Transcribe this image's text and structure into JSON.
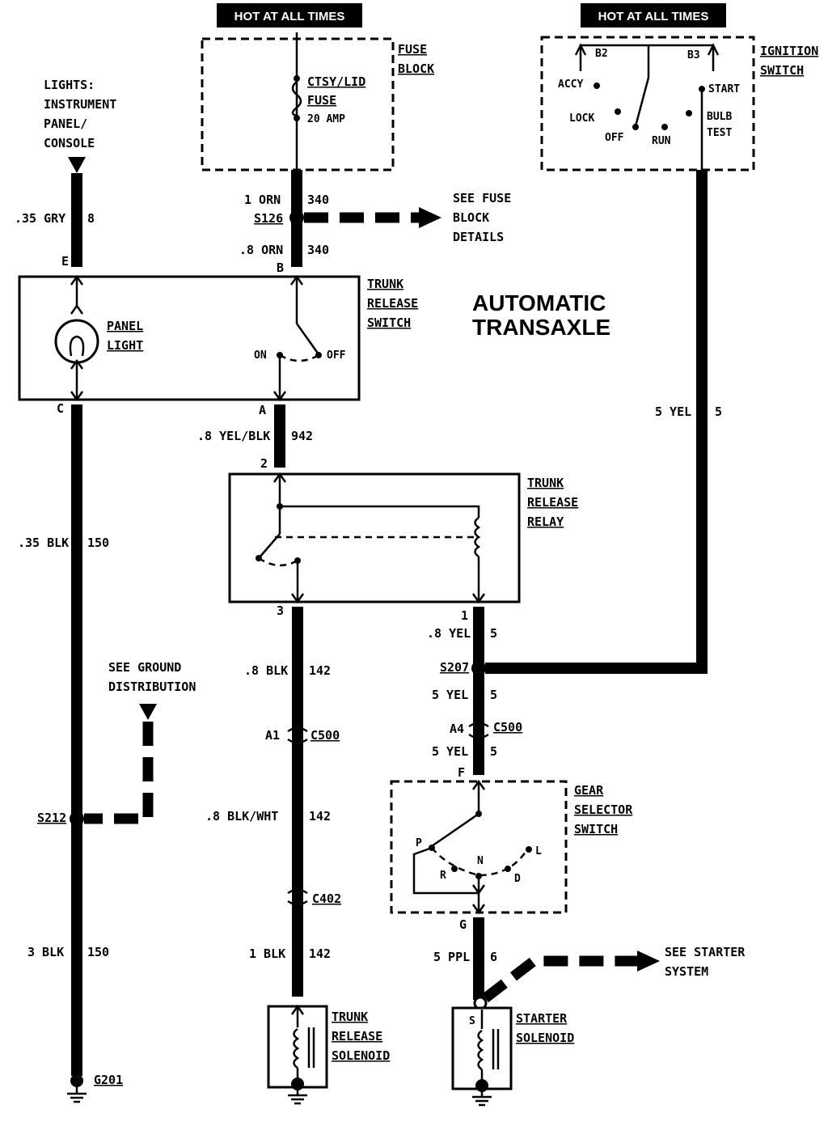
{
  "title_line1": "AUTOMATIC",
  "title_line2": "TRANSAXLE",
  "hot_label_1": "HOT AT ALL TIMES",
  "hot_label_2": "HOT AT ALL TIMES",
  "fuse_block": {
    "line1": "FUSE",
    "line2": "BLOCK",
    "fuse_name_1": "CTSY/LID",
    "fuse_name_2": "FUSE",
    "fuse_rating": "20 AMP"
  },
  "ignition_switch": {
    "line1": "IGNITION",
    "line2": "SWITCH",
    "b2": "B2",
    "b3": "B3",
    "accy": "ACCY",
    "lock": "LOCK",
    "off": "OFF",
    "run": "RUN",
    "start": "START",
    "bulb": "BULB",
    "test": "TEST"
  },
  "lights_source": {
    "line1": "LIGHTS:",
    "line2": "INSTRUMENT",
    "line3": "PANEL/",
    "line4": "CONSOLE"
  },
  "see_fuse": {
    "line1": "SEE FUSE",
    "line2": "BLOCK",
    "line3": "DETAILS"
  },
  "trunk_switch": {
    "line1": "TRUNK",
    "line2": "RELEASE",
    "line3": "SWITCH",
    "on": "ON",
    "off": "OFF"
  },
  "panel_light": {
    "line1": "PANEL",
    "line2": "LIGHT"
  },
  "trunk_relay": {
    "line1": "TRUNK",
    "line2": "RELEASE",
    "line3": "RELAY"
  },
  "gear_switch": {
    "line1": "GEAR",
    "line2": "SELECTOR",
    "line3": "SWITCH",
    "p": "P",
    "r": "R",
    "n": "N",
    "d": "D",
    "l": "L"
  },
  "trunk_solenoid": {
    "line1": "TRUNK",
    "line2": "RELEASE",
    "line3": "SOLENOID"
  },
  "starter_solenoid": {
    "line1": "STARTER",
    "line2": "SOLENOID",
    "s": "S"
  },
  "see_ground": {
    "line1": "SEE GROUND",
    "line2": "DISTRIBUTION"
  },
  "see_starter": {
    "line1": "SEE STARTER",
    "line2": "SYSTEM"
  },
  "wires": {
    "gry": ".35 GRY",
    "gry_num": "8",
    "orn1": "1 ORN",
    "orn1_num": "340",
    "orn2": ".8 ORN",
    "orn2_num": "340",
    "yelblk": ".8 YEL/BLK",
    "yelblk_num": "942",
    "blk35": ".35 BLK",
    "blk35_num": "150",
    "yel5": "5 YEL",
    "yel5_num": "5",
    "yel8": ".8 YEL",
    "yel8_num": "5",
    "yel5b": "5 YEL",
    "yel5b_num": "5",
    "yel5c": "5 YEL",
    "yel5c_num": "5",
    "blk8": ".8 BLK",
    "blk8_num": "142",
    "blkwht": ".8 BLK/WHT",
    "blkwht_num": "142",
    "blk1": "1 BLK",
    "blk1_num": "142",
    "blk3": "3 BLK",
    "blk3_num": "150",
    "ppl": "5 PPL",
    "ppl_num": "6"
  },
  "splices": {
    "s126": "S126",
    "s207": "S207",
    "s212": "S212",
    "g201": "G201"
  },
  "connectors": {
    "c500a": "C500",
    "c500b": "C500",
    "c402": "C402"
  },
  "pins": {
    "e": "E",
    "b": "B",
    "c": "C",
    "a": "A",
    "p2": "2",
    "p3": "3",
    "p1": "1",
    "a1": "A1",
    "a4": "A4",
    "f": "F",
    "g": "G"
  }
}
